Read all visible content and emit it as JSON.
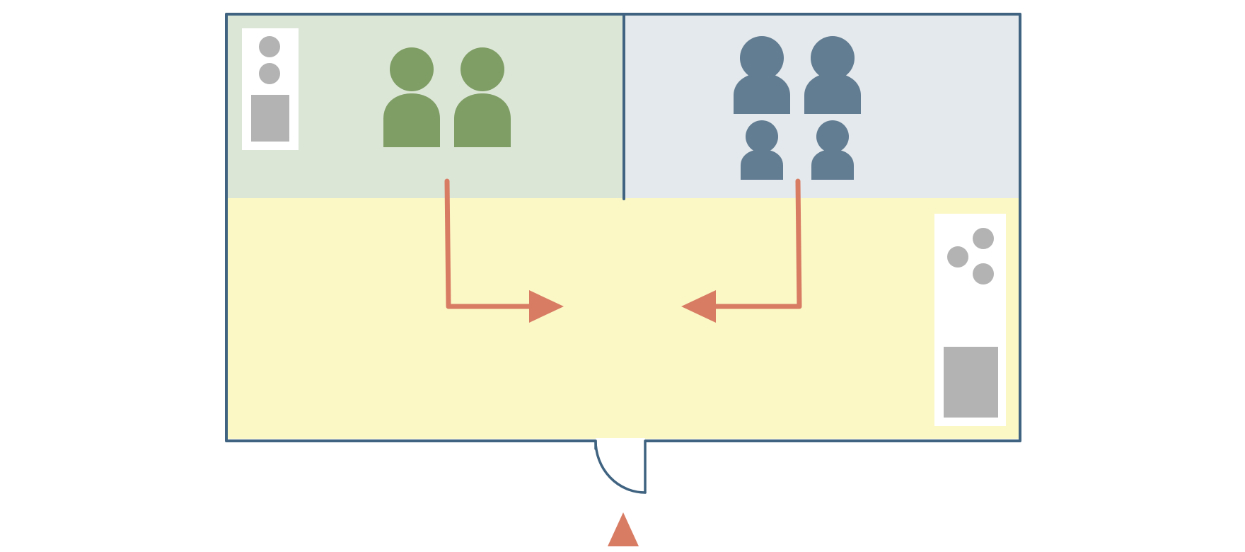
{
  "colors": {
    "wall": "#3f6380",
    "zone_green": "#dce6d6",
    "zone_blue": "#e3e9ec",
    "zone_yellow": "#fbf8c6",
    "person_green": "#7f9e66",
    "person_blue": "#627c92",
    "furniture_panel": "#ffffff",
    "furniture": "#b3b3b3",
    "arrow": "#d87c64"
  },
  "zones": [
    {
      "id": "green-zone",
      "people": 2
    },
    {
      "id": "blue-zone",
      "people": 4
    },
    {
      "id": "yellow-zone",
      "people": 0
    }
  ],
  "icons": {
    "person": "person-icon",
    "arrow": "arrow-icon",
    "door": "door-icon",
    "entrance": "triangle-icon"
  }
}
